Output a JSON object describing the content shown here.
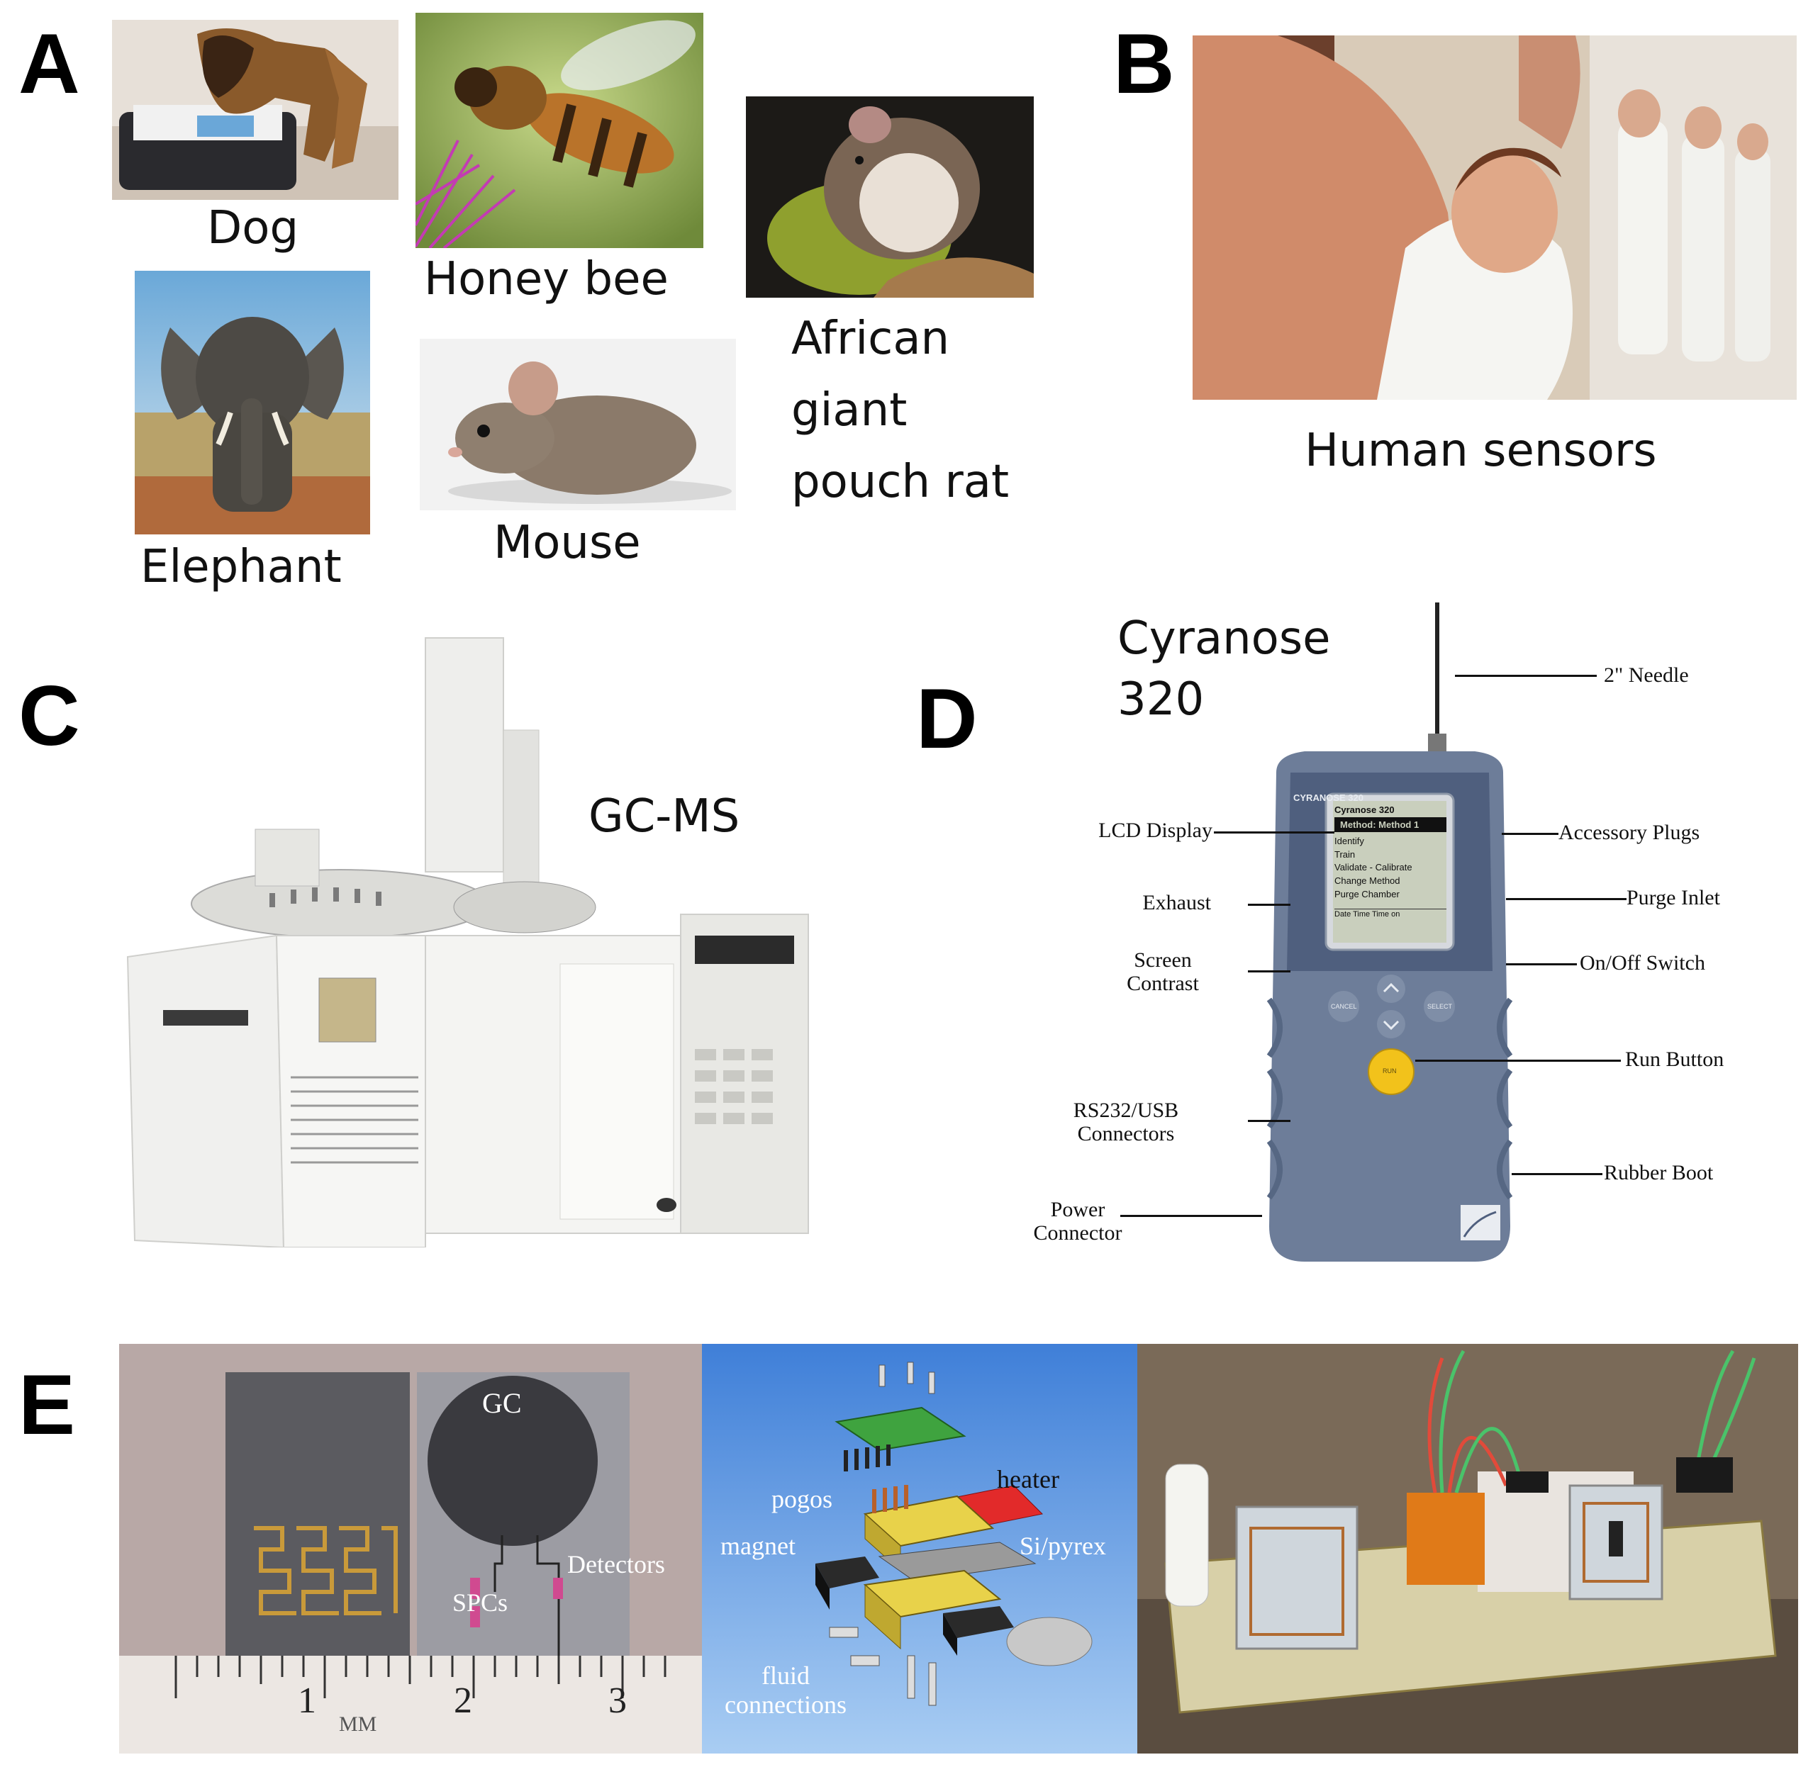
{
  "panels": {
    "A": {
      "letter": "A",
      "animals": [
        {
          "label": "Dog"
        },
        {
          "label": "Honey bee"
        },
        {
          "label": "Elephant"
        },
        {
          "label": "Mouse"
        },
        {
          "label": "African\ngiant\npouch rat"
        }
      ]
    },
    "B": {
      "letter": "B",
      "caption": "Human sensors"
    },
    "C": {
      "letter": "C",
      "caption": "GC-MS"
    },
    "D": {
      "letter": "D",
      "caption": "Cyranose\n320",
      "device_brand": "CYRANOSE 320",
      "lcd": {
        "title": "Cyranose 320",
        "method": "Method: Method 1",
        "items": [
          "Identify",
          "Train",
          "Validate - Calibrate",
          "Change Method",
          "Purge Chamber"
        ],
        "footer": "Date  Time  Time on"
      },
      "buttons": {
        "left": "CANCEL",
        "right": "SELECT",
        "run": "RUN"
      },
      "callouts_left": [
        "LCD Display",
        "Exhaust",
        "Screen\nContrast",
        "RS232/USB\nConnectors",
        "Power\nConnector"
      ],
      "callouts_right": [
        "2\" Needle",
        "Accessory Plugs",
        "Purge Inlet",
        "On/Off Switch",
        "Run Button",
        "Rubber Boot"
      ]
    },
    "E": {
      "letter": "E",
      "photo1_labels": {
        "gc": "GC",
        "detectors": "Detectors",
        "spcs": "SPCs",
        "ruler": [
          "1",
          "2",
          "3"
        ],
        "mm": "MM"
      },
      "photo2_labels": {
        "pogos": "pogos",
        "heater": "heater",
        "magnet": "magnet",
        "si_pyrex": "Si/pyrex",
        "fluid": "fluid\nconnections"
      }
    }
  },
  "colors": {
    "lcd_bg": "#c9cfbd",
    "device_body": "#6d7d99",
    "device_face": "#4f5f7e",
    "run_button": "#f2c21b",
    "e2_bg": "#4f8ee0"
  }
}
